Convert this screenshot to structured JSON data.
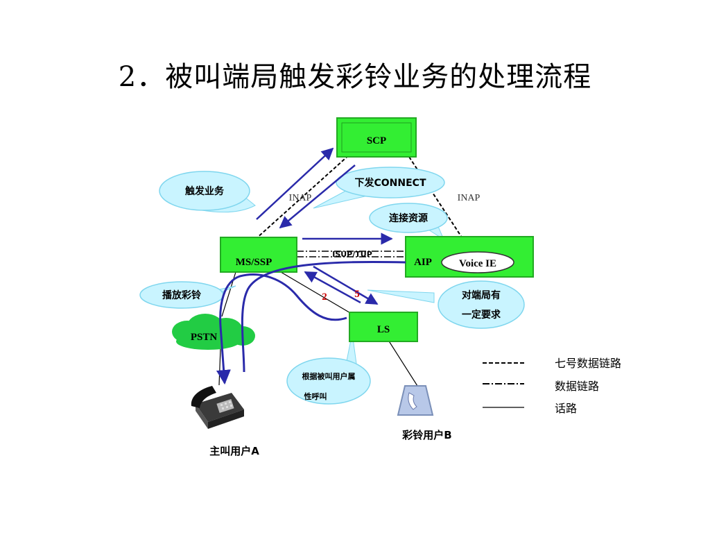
{
  "title": "2．被叫端局触发彩铃业务的处理流程",
  "colors": {
    "node_fill": "#33ee33",
    "node_border": "#22aa22",
    "bubble_fill": "#c9f4ff",
    "bubble_border": "#7fd6ee",
    "arrow": "#2a2aaa",
    "step_number": "#cc0000"
  },
  "nodes": {
    "scp": "SCP",
    "ms_ssp": "MS/SSP",
    "aip": "AIP",
    "voice_ie": "Voice IE",
    "ls": "LS",
    "pstn": "PSTN"
  },
  "links": {
    "inap_left": "INAP",
    "inap_right": "INAP",
    "isup_tup": "ISUP/TUP"
  },
  "bubbles": {
    "trigger_service": "触发业务",
    "send_connect": "下发CONNECT",
    "connect_resource": "连接资源",
    "play_ringback": "播放彩铃",
    "remote_requirement_line1": "对端局有",
    "remote_requirement_line2": "一定要求",
    "call_attr_line1": "根据被叫用户属",
    "call_attr_line2": "性呼叫"
  },
  "steps": {
    "step_a": "2",
    "step_b": "5"
  },
  "users": {
    "caller": "主叫用户A",
    "callee": "彩铃用户B"
  },
  "phone_icons": {
    "caller": "desk-phone-icon",
    "callee": "handset-icon"
  },
  "legend": [
    {
      "label": "七号数据链路",
      "style": "dashed"
    },
    {
      "label": "数据链路",
      "style": "dash-dot"
    },
    {
      "label": "话路",
      "style": "solid"
    }
  ]
}
